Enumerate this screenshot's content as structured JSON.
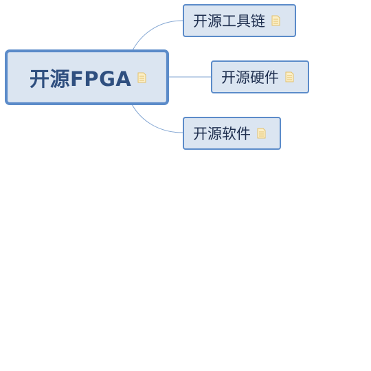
{
  "root": {
    "label": "开源FPGA",
    "icon": "note-icon"
  },
  "topics": [
    {
      "label": "开源工具链",
      "icon": "note-icon"
    },
    {
      "label": "开源硬件",
      "icon": "note-icon"
    },
    {
      "label": "开源软件",
      "icon": "note-icon"
    }
  ],
  "colors": {
    "node_fill": "#dbe5f1",
    "node_border": "#5b8bc9",
    "connector": "#7fa3d1",
    "root_text": "#2f4f7f",
    "topic_text": "#1f2f4f",
    "note_icon": "#f3d58a"
  }
}
